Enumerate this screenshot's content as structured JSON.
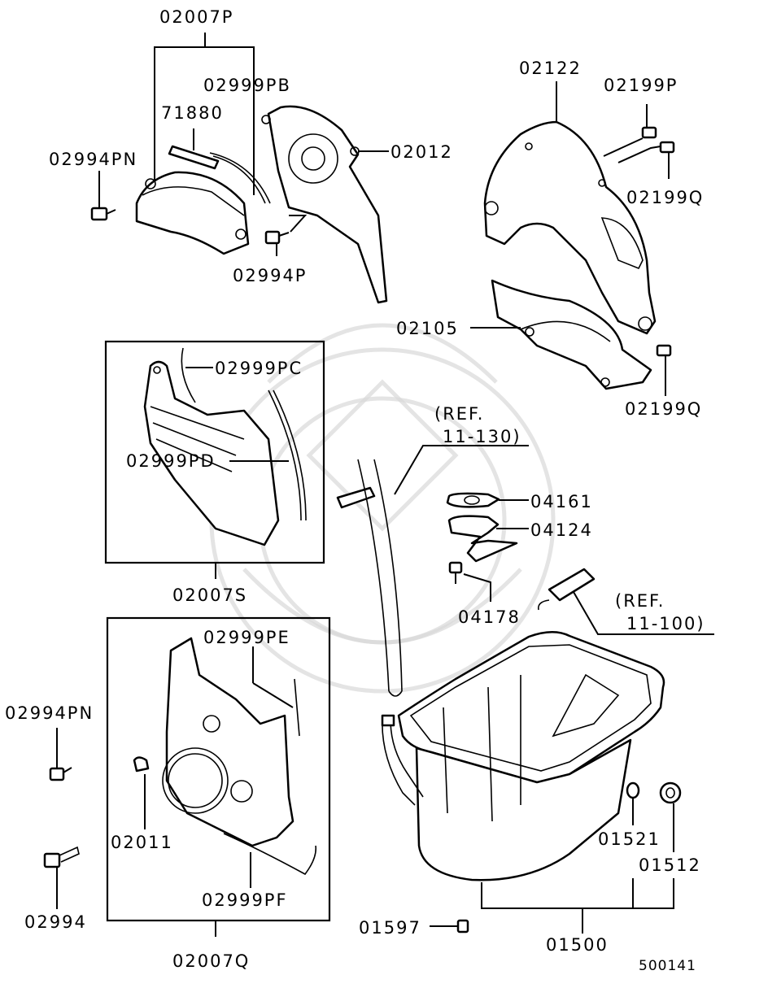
{
  "diagram": {
    "labels": {
      "p02007P": "02007P",
      "p02999PB": "02999PB",
      "p71880": "71880",
      "p02994PN_top": "02994PN",
      "p02012": "02012",
      "p02994P": "02994P",
      "p02122": "02122",
      "p02199P": "02199P",
      "p02199Q_top": "02199Q",
      "p02105": "02105",
      "p02199Q_bottom": "02199Q",
      "p02999PC": "02999PC",
      "p02999PD": "02999PD",
      "p02007S": "02007S",
      "ref_11_130_a": "(REF.",
      "ref_11_130_b": "11-130)",
      "p04161": "04161",
      "p04124": "04124",
      "p04178": "04178",
      "ref_11_100_a": "(REF.",
      "ref_11_100_b": "11-100)",
      "p02999PE": "02999PE",
      "p02994PN_bottom": "02994PN",
      "p02011": "02011",
      "p02999PF": "02999PF",
      "p02994": "02994",
      "p02007Q": "02007Q",
      "p01521": "01521",
      "p01512": "01512",
      "p01597": "01597",
      "p01500": "01500",
      "drawing_number": "500141"
    }
  }
}
